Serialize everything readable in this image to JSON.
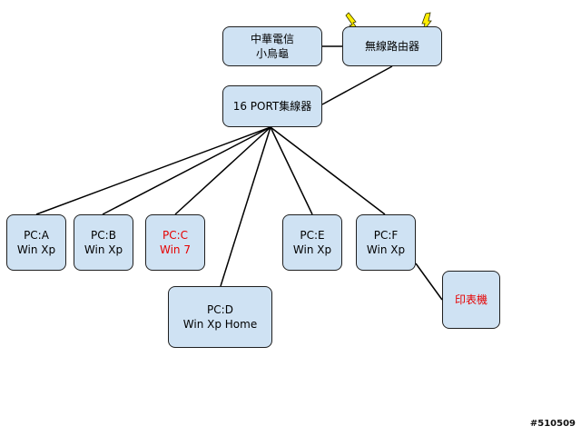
{
  "nodes": {
    "cht": {
      "line1": "中華電信",
      "line2": "小烏龜"
    },
    "router": {
      "line1": "無線路由器"
    },
    "switch": {
      "line1": "16 PORT集線器"
    },
    "pc_a": {
      "line1": "PC:A",
      "line2": "Win Xp"
    },
    "pc_b": {
      "line1": "PC:B",
      "line2": "Win Xp"
    },
    "pc_c": {
      "line1": "PC:C",
      "line2": "Win 7"
    },
    "pc_d": {
      "line1": "PC:D",
      "line2": "Win Xp Home"
    },
    "pc_e": {
      "line1": "PC:E",
      "line2": "Win Xp"
    },
    "pc_f": {
      "line1": "PC:F",
      "line2": "Win Xp"
    },
    "printer": {
      "line1": "印表機"
    }
  },
  "colors": {
    "node_fill": "#cfe2f3",
    "node_border": "#1f1f1f",
    "highlight_text": "#e60000",
    "lightning": "#ffee00"
  },
  "icons": {
    "wireless": "lightning-bolt-icon"
  },
  "watermark": "#510509"
}
